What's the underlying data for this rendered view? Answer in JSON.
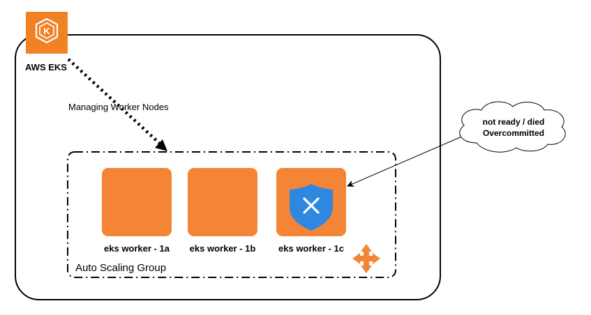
{
  "colors": {
    "node_orange": "#F58536",
    "eks_orange": "#F08224",
    "shield_blue": "#2F88E0",
    "line": "#000000"
  },
  "eks": {
    "label": "AWS EKS",
    "icon": "kubernetes-hexagon-icon"
  },
  "connector_label": "Managing Worker Nodes",
  "asg": {
    "label": "Auto Scaling Group",
    "icon": "auto-scaling-arrows-icon"
  },
  "workers": [
    {
      "label": "eks worker - 1a",
      "status": "ok"
    },
    {
      "label": "eks worker - 1b",
      "status": "ok"
    },
    {
      "label": "eks worker - 1c",
      "status": "failed",
      "icon": "shield-x-icon"
    }
  ],
  "callout": {
    "line1": "not ready / died",
    "line2": "Overcommitted"
  }
}
